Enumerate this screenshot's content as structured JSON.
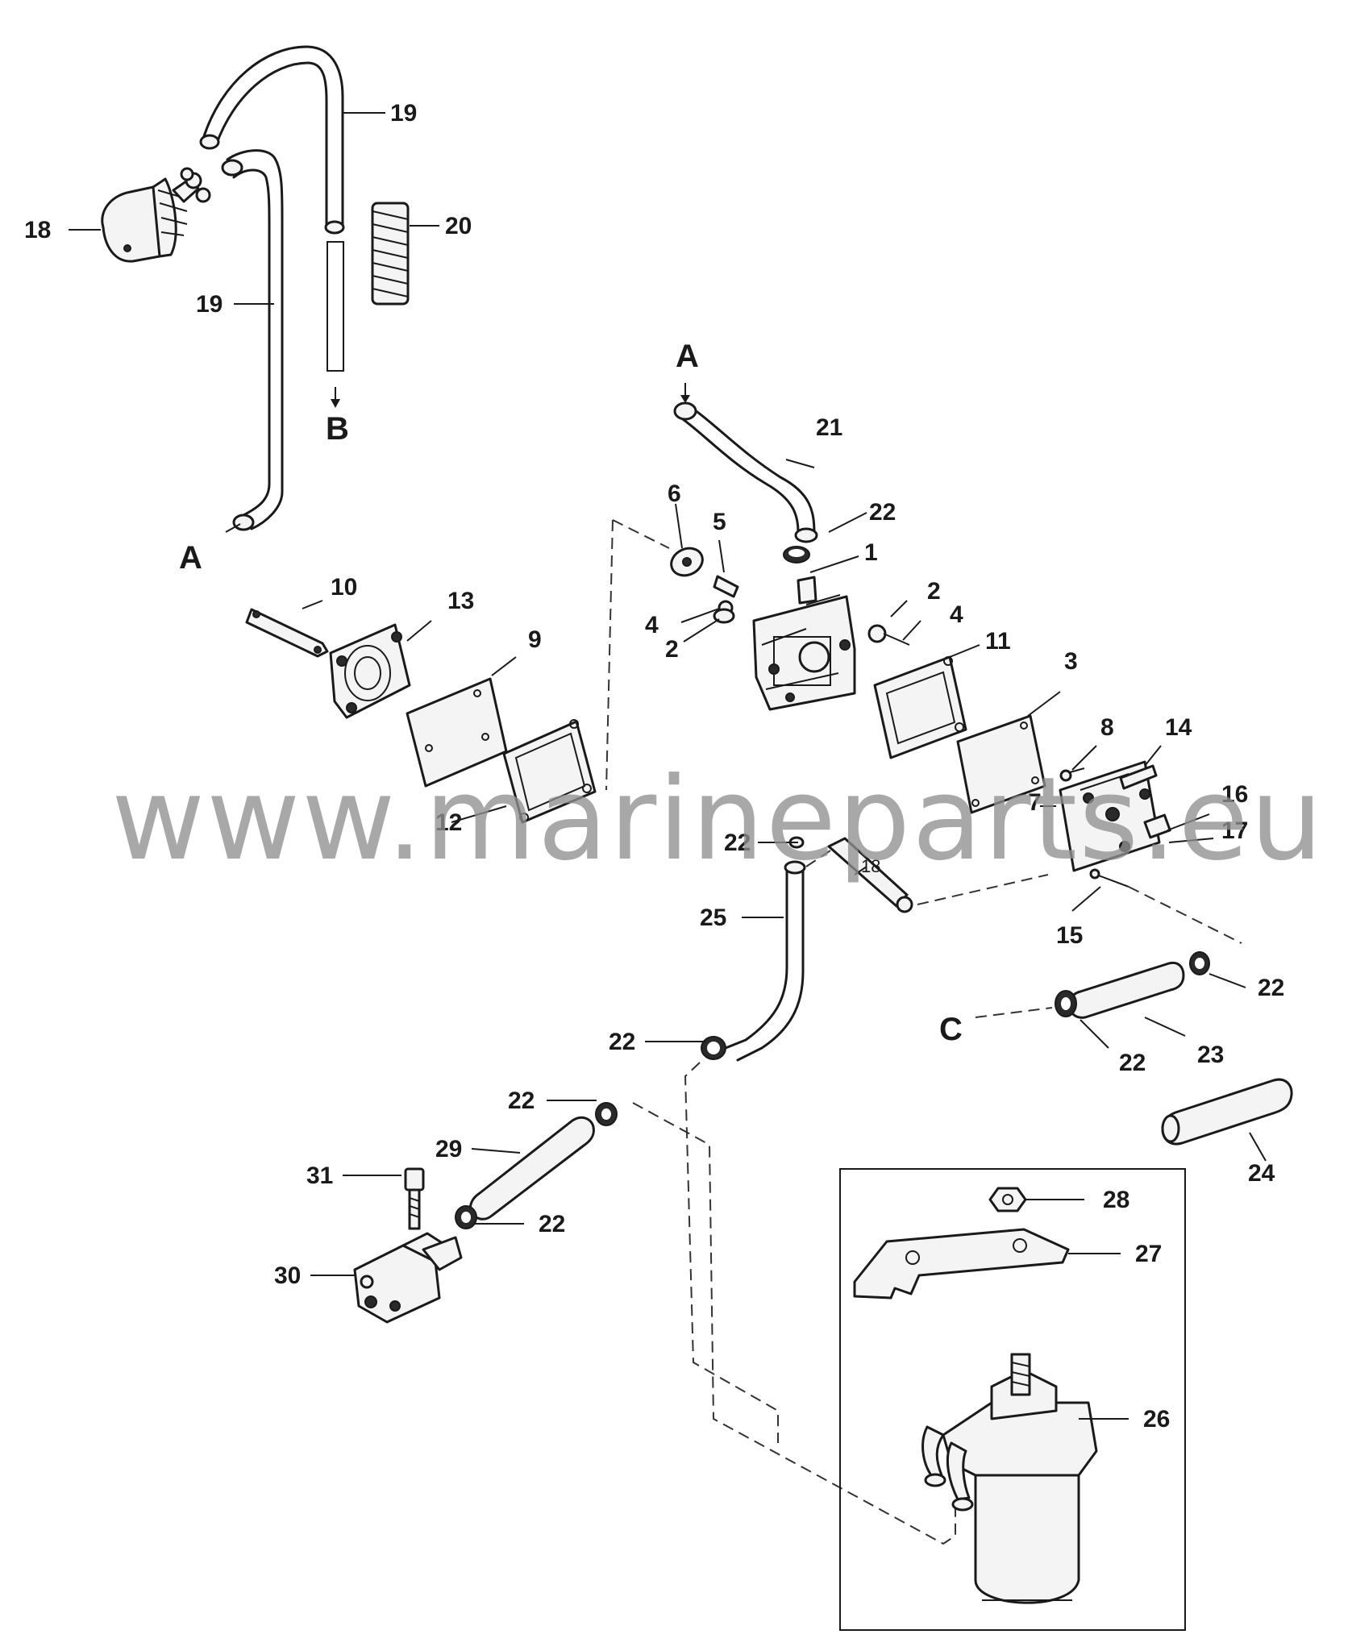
{
  "watermark": "www.marineparts.eu",
  "callouts": {
    "c18": "18",
    "c19a": "19",
    "c19b": "19",
    "c20": "20",
    "cB": "B",
    "cA1": "A",
    "cA2": "A",
    "cC": "C",
    "c21": "21",
    "c22a": "22",
    "c1": "1",
    "c6": "6",
    "c5": "5",
    "c4a": "4",
    "c2a": "2",
    "c2b": "2",
    "c4b": "4",
    "c10": "10",
    "c13": "13",
    "c9": "9",
    "c12": "12",
    "c11": "11",
    "c3": "3",
    "c8": "8",
    "c14": "14",
    "c16": "16",
    "c17": "17",
    "c7": "7",
    "c15": "15",
    "c22b": "22",
    "c18b": "18",
    "c25": "25",
    "c22c": "22",
    "c22d": "22",
    "c23": "23",
    "c22e": "22",
    "c24": "24",
    "c22f": "22",
    "c29": "29",
    "c31": "31",
    "c22g": "22",
    "c30": "30",
    "c28": "28",
    "c27": "27",
    "c26": "26"
  }
}
